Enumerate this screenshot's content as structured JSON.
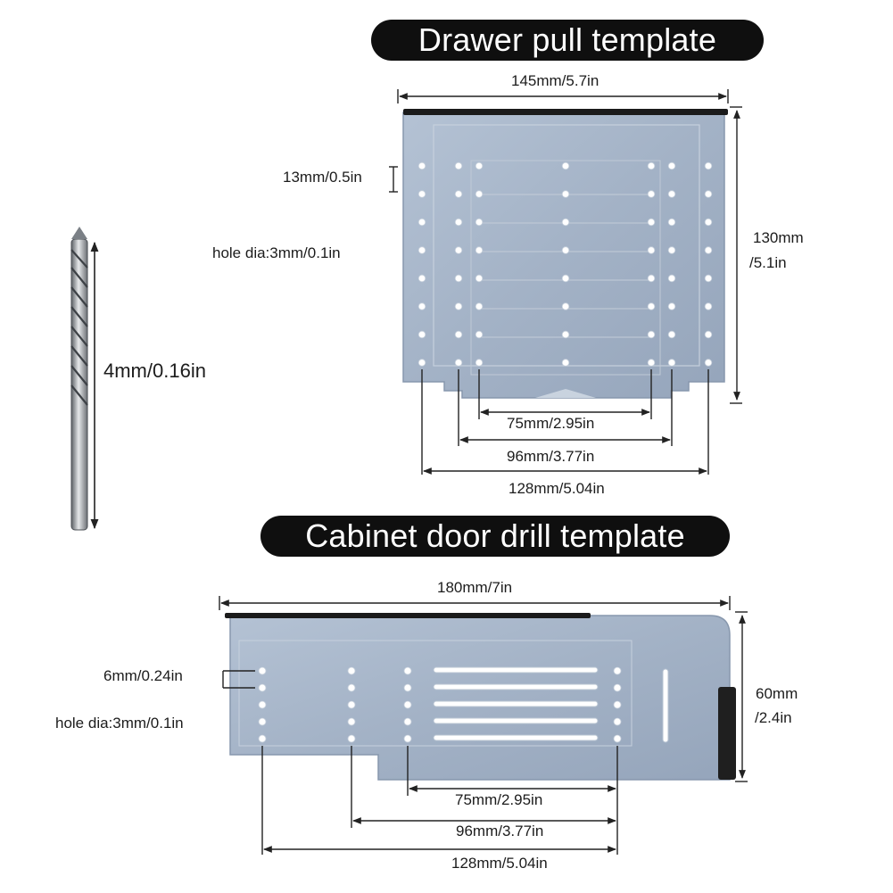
{
  "titles": {
    "drawer": "Drawer pull template",
    "cabinet": "Cabinet door drill template"
  },
  "drill_bit": {
    "size_label": "4mm/0.16in"
  },
  "drawer": {
    "width_label": "145mm/5.7in",
    "height_label_line1": "130mm",
    "height_label_line2": "/5.1in",
    "hole_spacing_label": "13mm/0.5in",
    "hole_dia_label": "hole dia:3mm/0.1in",
    "cc_75_label": "75mm/2.95in",
    "cc_96_label": "96mm/3.77in",
    "cc_128_label": "128mm/5.04in"
  },
  "cabinet": {
    "width_label": "180mm/7in",
    "height_label_line1": "60mm",
    "height_label_line2": "/2.4in",
    "hole_spacing_label": "6mm/0.24in",
    "hole_dia_label": "hole dia:3mm/0.1in",
    "cc_75_label": "75mm/2.95in",
    "cc_96_label": "96mm/3.77in",
    "cc_128_label": "128mm/5.04in"
  },
  "colors": {
    "plate": "#a9b8cc",
    "plate_edge": "#8797ad",
    "guide_bar": "#1b1b1b",
    "dimension_line": "#222222",
    "title_pill": "#0f0f0f"
  }
}
